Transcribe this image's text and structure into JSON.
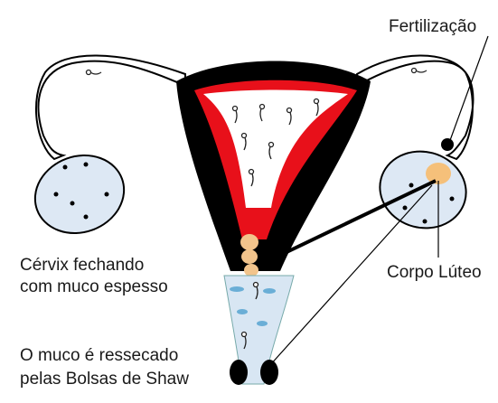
{
  "labels": {
    "fertilization": "Fertilização",
    "cervix_line1": "Cérvix fechando",
    "cervix_line2": "com muco espesso",
    "corpus_luteum": "Corpo Lúteo",
    "mucus_line1": "O muco é ressecado",
    "mucus_line2": "pelas Bolsas de Shaw"
  },
  "colors": {
    "uterus_wall": "#000000",
    "endometrium": "#e8101a",
    "cavity": "#ffffff",
    "ovary_fill": "#dde8f4",
    "tube_fill": "#ffffff",
    "corpus_luteum": "#f5c07a",
    "mucus": "#f2c48c",
    "vagina_fill": "#d8e6f3",
    "mucus_drops": "#6aaed6",
    "sperm": "#222222"
  }
}
